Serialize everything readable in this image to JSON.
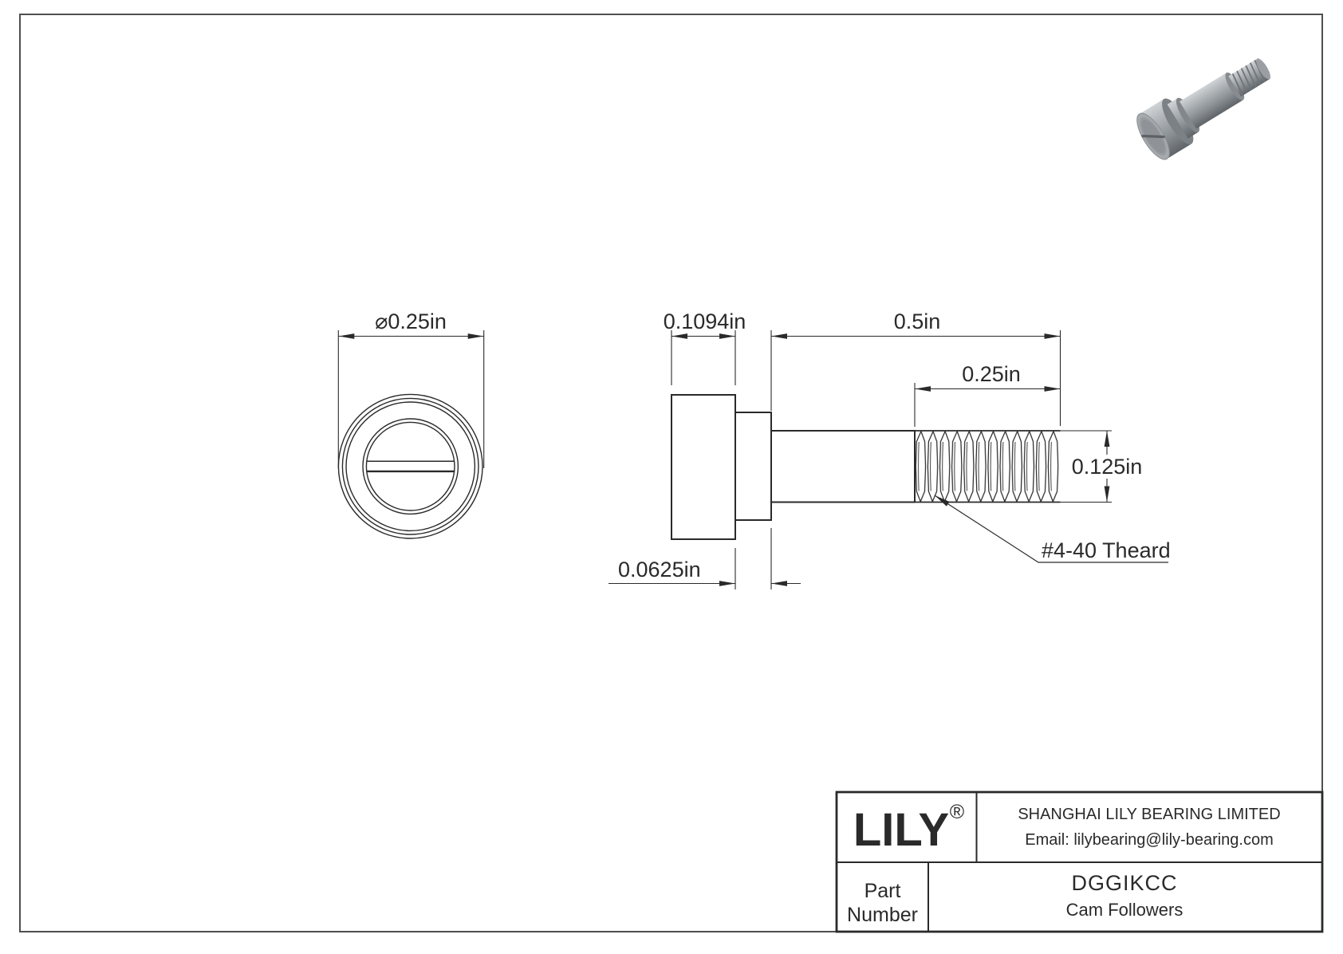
{
  "page": {
    "bg": "#ffffff",
    "frame_color": "#4f4f4f",
    "line_color": "#2a2a2a"
  },
  "front_view": {
    "diameter_label": "⌀0.25in"
  },
  "side_view": {
    "head_width_label": "0.1094in",
    "shoulder_length_label": "0.5in",
    "thread_length_label": "0.25in",
    "thread_diameter_label": "0.125in",
    "step_width_label": "0.0625in",
    "thread_note": "#4-40 Theard"
  },
  "render": {
    "metal_light": "#d0d3d5",
    "metal_mid": "#9aa0a4",
    "metal_dark": "#5f6468"
  },
  "title_block": {
    "logo": "LILY",
    "registered": "®",
    "company": "SHANGHAI LILY BEARING LIMITED",
    "email": "Email: lilybearing@lily-bearing.com",
    "part_label_1": "Part",
    "part_label_2": "Number",
    "part_number": "DGGIKCC",
    "category": "Cam Followers"
  }
}
